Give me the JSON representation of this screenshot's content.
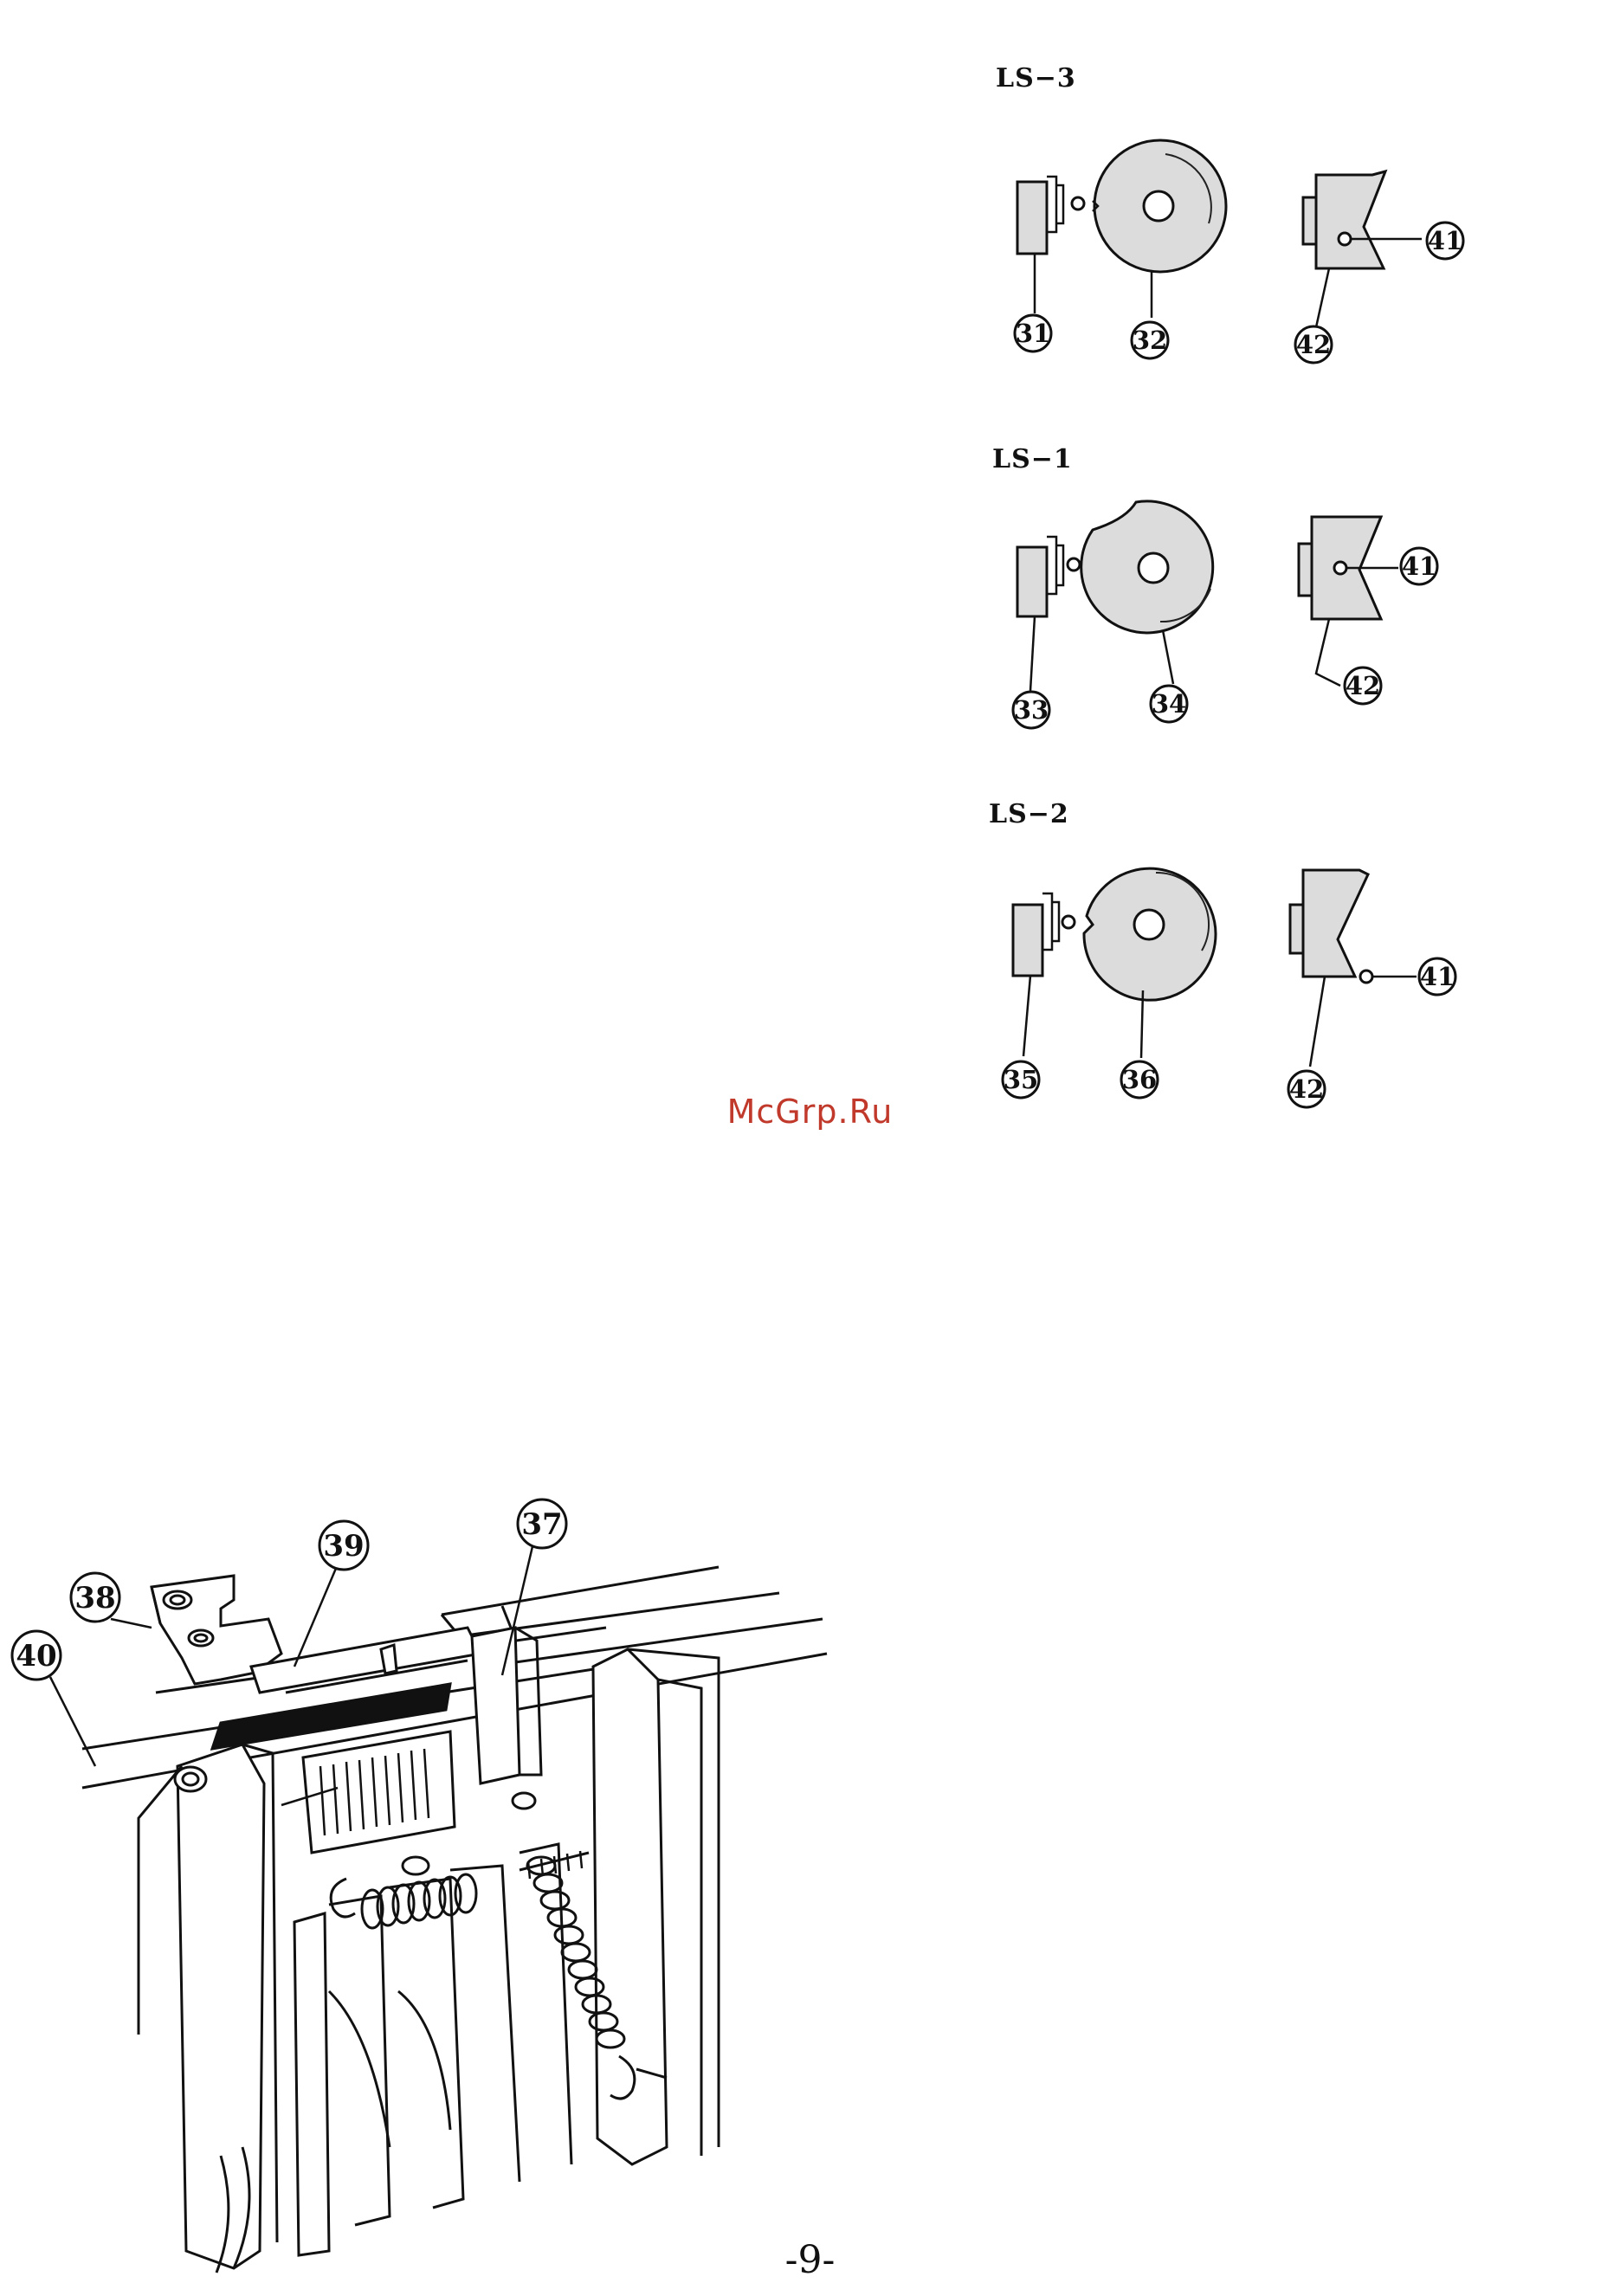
{
  "panels": [
    {
      "title": "LS−3",
      "labels": {
        "actuator": "31",
        "cam": "32",
        "stopper": "42",
        "screw": "41"
      }
    },
    {
      "title": "LS−1",
      "labels": {
        "actuator": "33",
        "cam": "34",
        "stopper": "42",
        "screw": "41"
      }
    },
    {
      "title": "LS−2",
      "labels": {
        "actuator": "35",
        "cam": "36",
        "stopper": "42",
        "screw": "41"
      }
    }
  ],
  "assembly_labels": {
    "guide": "37",
    "block": "38",
    "bar": "39",
    "frame": "40"
  },
  "watermark": "McGrp.Ru",
  "page_number": "-9-"
}
